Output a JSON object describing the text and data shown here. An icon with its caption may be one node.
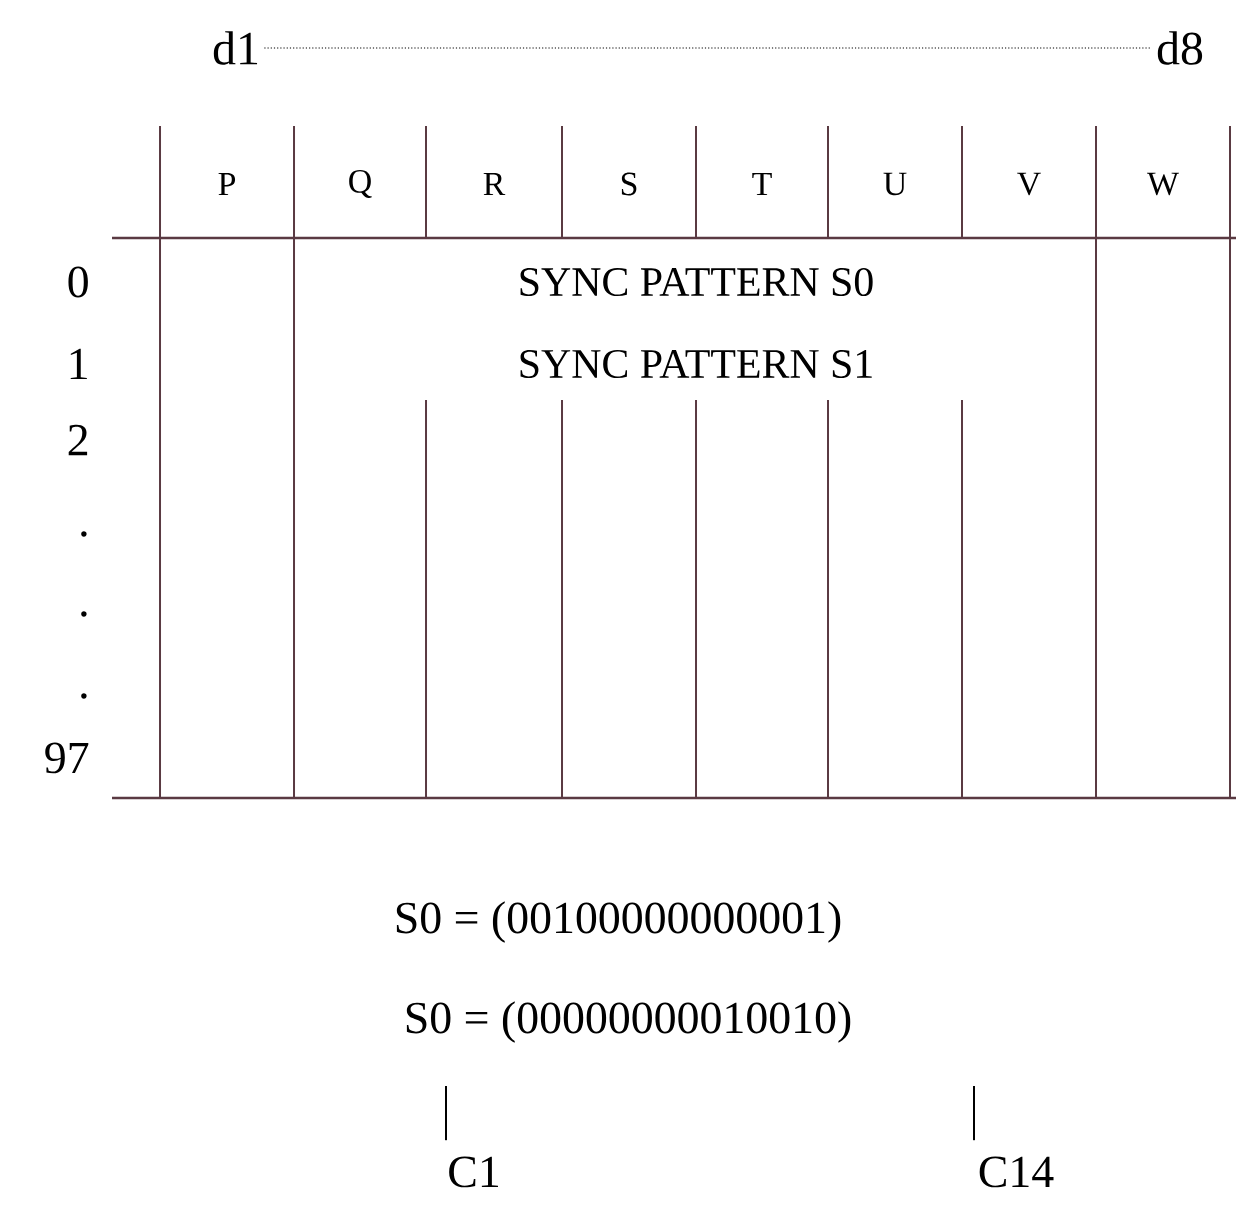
{
  "diagram": {
    "nodes": [
      {
        "text": [
          "d1"
        ]
      },
      {
        "text": [
          "d8"
        ]
      },
      {
        "text": [
          "C1"
        ]
      },
      {
        "text": [
          "C14"
        ]
      }
    ],
    "edges": [
      {
        "from": 0,
        "to": 1,
        "arrow": "none",
        "style": "dashed"
      },
      {
        "from": 2,
        "to": null,
        "arrow": "none"
      },
      {
        "from": 3,
        "to": null,
        "arrow": "none"
      }
    ],
    "labels": [
      "P",
      "Q",
      "R",
      "S",
      "T",
      "U",
      "V",
      "W",
      "0",
      "SYNC PATTERN S0",
      "1",
      "SYNC PATTERN S1",
      "2",
      ".",
      ".",
      ".",
      "97",
      "S0 = (00100000000001)",
      "S0 = (00000000010010)"
    ]
  }
}
